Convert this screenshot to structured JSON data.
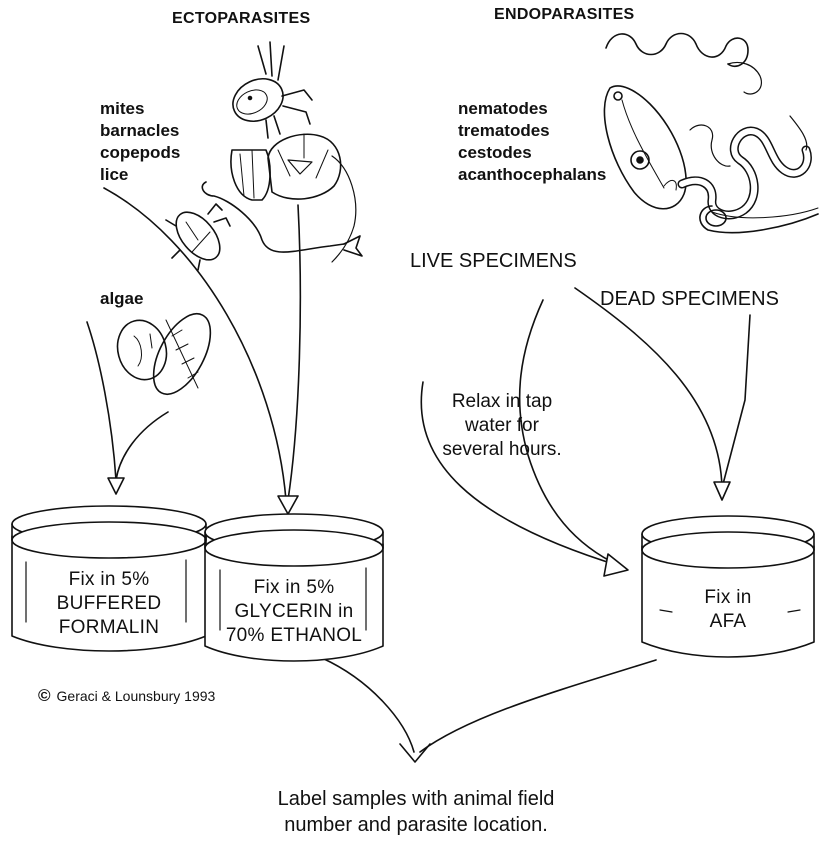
{
  "ectoparasites": {
    "heading": "ECTOPARASITES",
    "groups": [
      "mites",
      "barnacles",
      "copepods",
      "lice"
    ],
    "algae": "algae"
  },
  "endoparasites": {
    "heading": "ENDOPARASITES",
    "groups": [
      "nematodes",
      "trematodes",
      "cestodes",
      "acanthocephalans"
    ],
    "live": "LIVE SPECIMENS",
    "dead": "DEAD SPECIMENS",
    "relax": [
      "Relax in tap",
      "water for",
      "several hours."
    ]
  },
  "jars": {
    "formalin": [
      "Fix in 5%",
      "BUFFERED",
      "FORMALIN"
    ],
    "glycerin": [
      "Fix in 5%",
      "GLYCERIN in",
      "70% ETHANOL"
    ],
    "afa": [
      "Fix in",
      "AFA"
    ]
  },
  "copyright": {
    "symbol": "©",
    "text": "Geraci & Lounsbury 1993"
  },
  "final_step": [
    "Label samples with animal field",
    "number and parasite location."
  ]
}
